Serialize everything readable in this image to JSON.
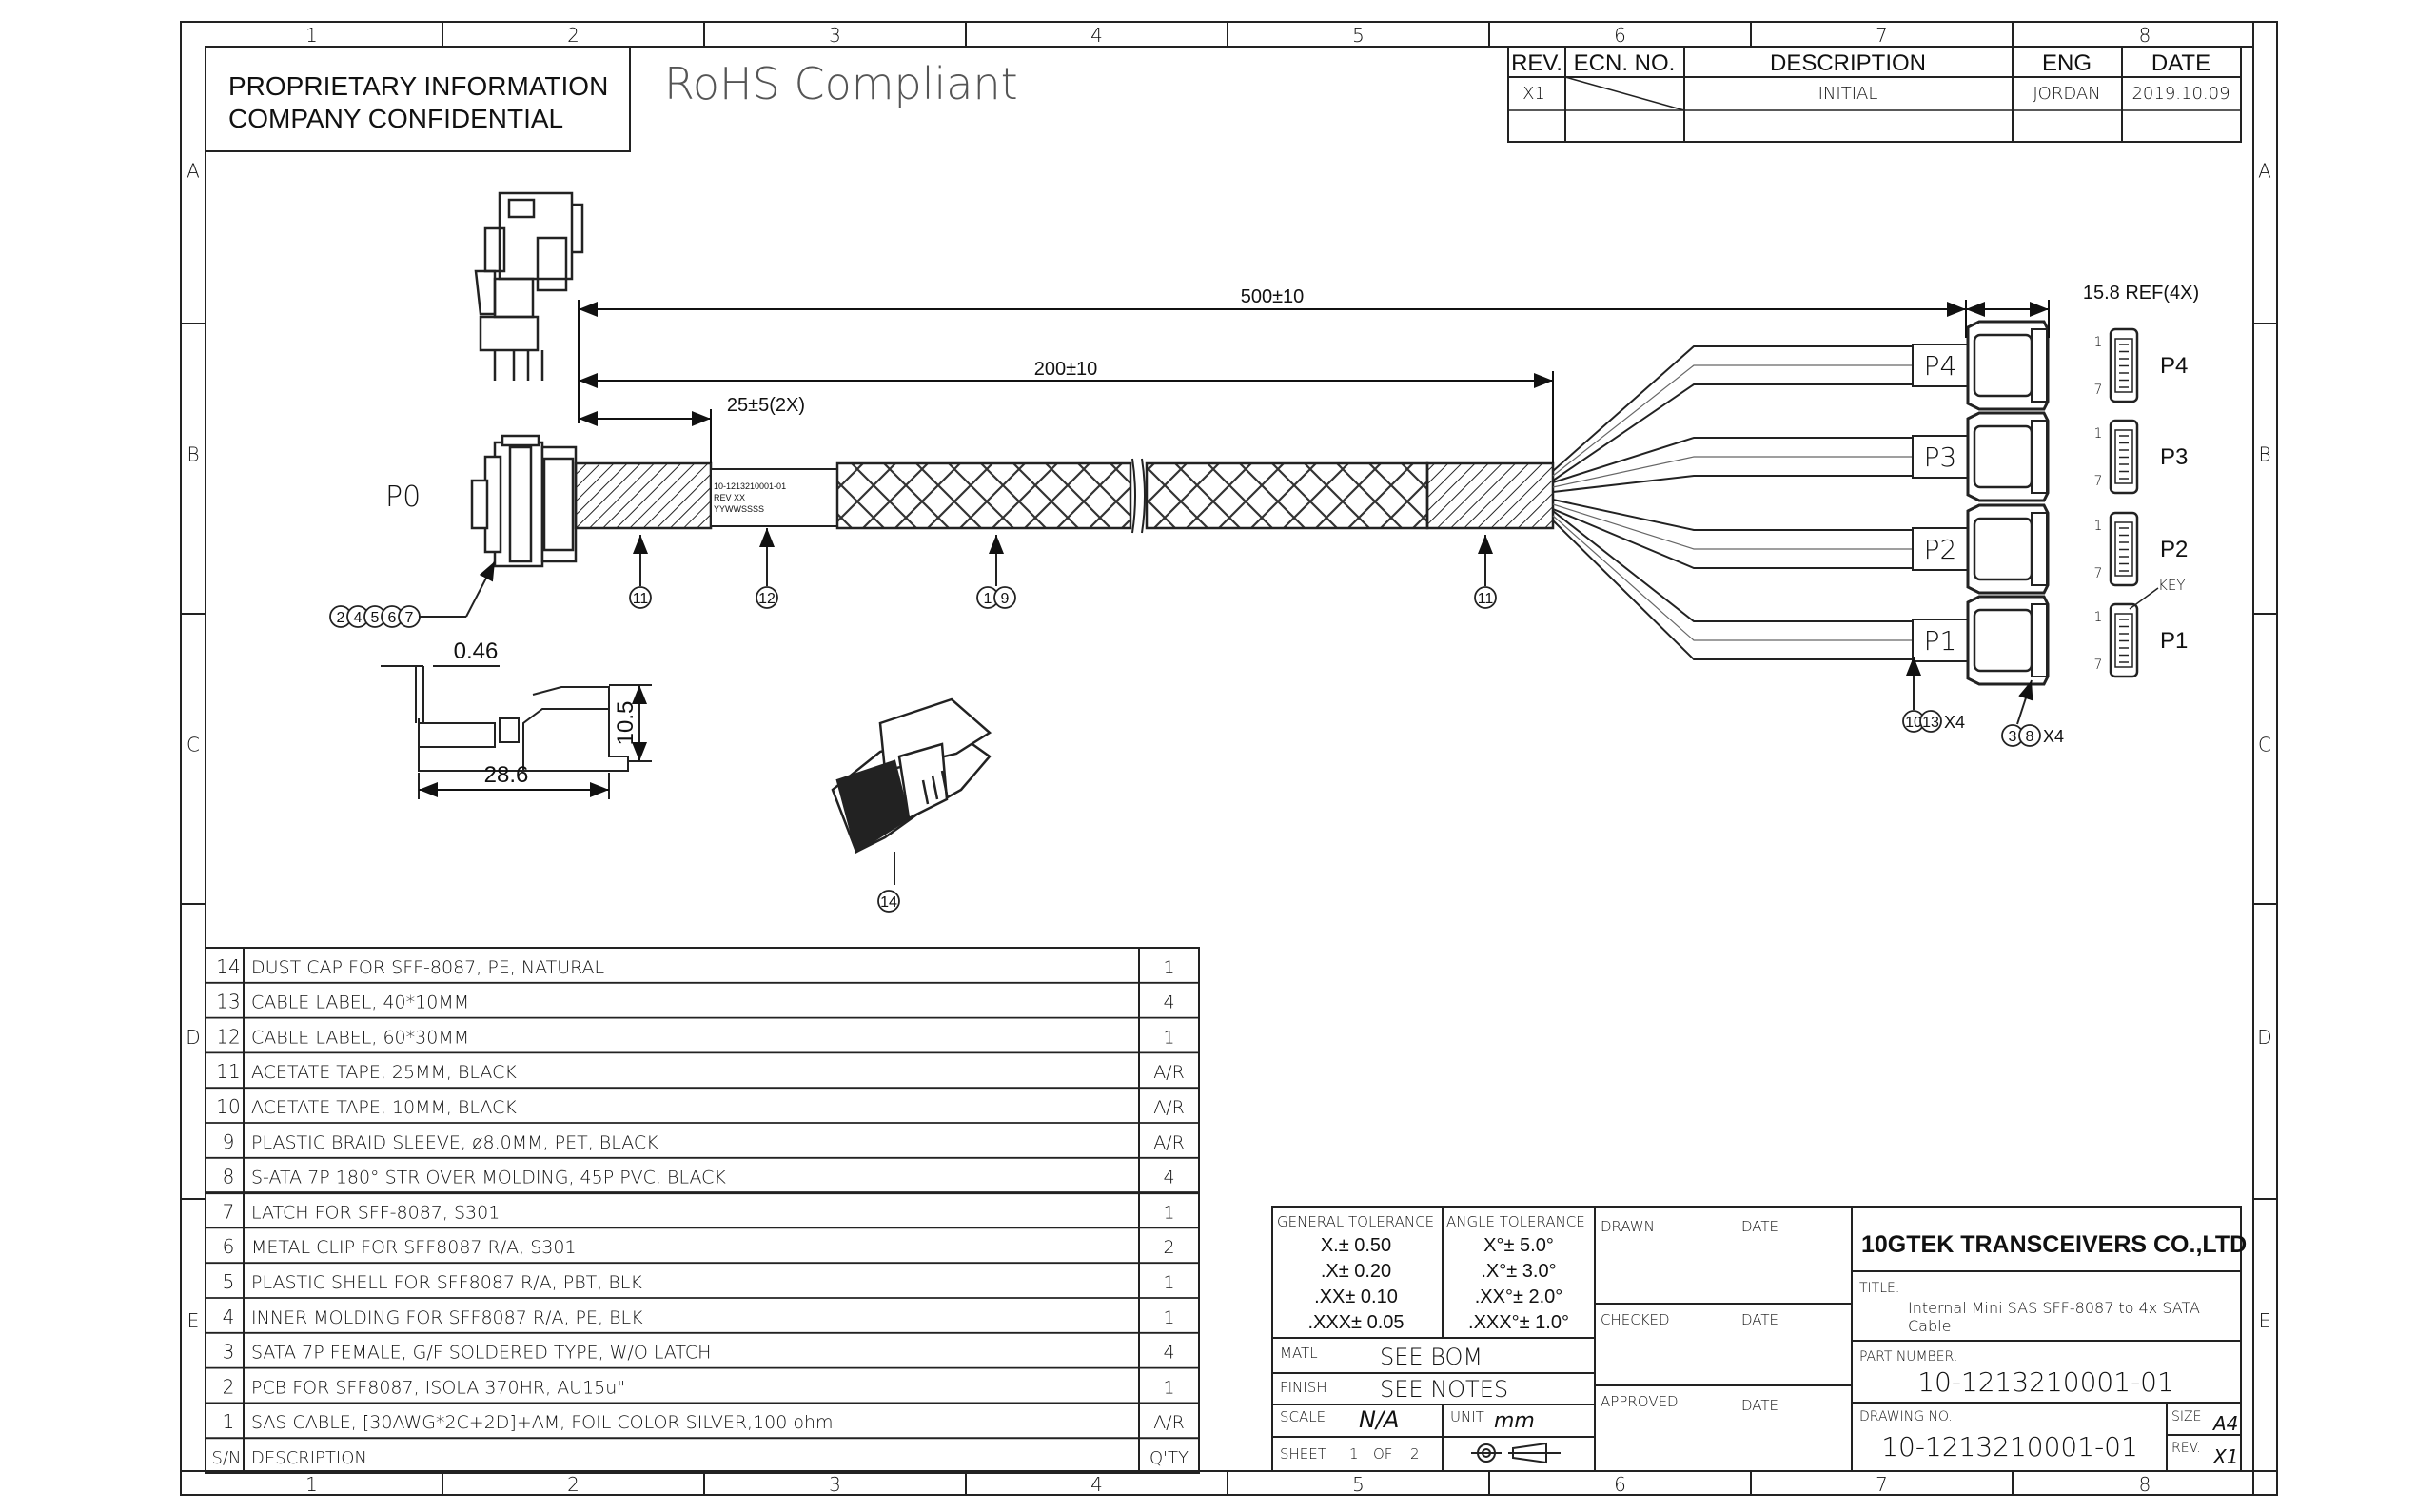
{
  "grid": {
    "columns": [
      "1",
      "2",
      "3",
      "4",
      "5",
      "6",
      "7",
      "8"
    ],
    "rows": [
      "A",
      "B",
      "C",
      "D",
      "E"
    ]
  },
  "header": {
    "proprietary_line1": "PROPRIETARY INFORMATION",
    "proprietary_line2": "COMPANY CONFIDENTIAL",
    "rohs": "RoHS  Compliant"
  },
  "revision_block": {
    "headers": [
      "REV.",
      "ECN. NO.",
      "DESCRIPTION",
      "ENG",
      "DATE"
    ],
    "rows": [
      {
        "rev": "X1",
        "ecn": "",
        "description": "INITIAL",
        "eng": "JORDAN",
        "date": "2019.10.09"
      }
    ]
  },
  "drawing": {
    "dim_total": "500±10",
    "dim_braid": "200±10",
    "dim_tape": "25±5(2X)",
    "dim_ref": "15.8 REF(4X)",
    "p0_label": "P0",
    "ports": [
      "P4",
      "P3",
      "P2",
      "P1"
    ],
    "port_side_labels": [
      "P4",
      "P3",
      "P2",
      "P1"
    ],
    "pin_first": "1",
    "pin_last": "7",
    "key_label": "KEY",
    "cable_label_line1": "10-1213210001-01",
    "cable_label_line2": "REV XX",
    "cable_label_line3": "YYWWSSSS",
    "dim_046": "0.46",
    "dim_105": "10.5",
    "dim_286": "28.6",
    "callout_main": [
      "2",
      "4",
      "5",
      "6",
      "7"
    ],
    "callout_tape_left": "11",
    "callout_label": "12",
    "callout_braid": [
      "1",
      "9"
    ],
    "callout_tape_right": "11",
    "callout_p1_left": [
      "10",
      "13"
    ],
    "callout_p1_left_suffix": "X4",
    "callout_p1_right": [
      "3",
      "8"
    ],
    "callout_p1_right_suffix": "X4",
    "callout_cap": "14"
  },
  "bom": {
    "rows": [
      {
        "sn": "14",
        "desc": "DUST CAP FOR SFF-8087, PE, NATURAL",
        "qty": "1"
      },
      {
        "sn": "13",
        "desc": "CABLE LABEL, 40*10MM",
        "qty": "4"
      },
      {
        "sn": "12",
        "desc": "CABLE LABEL, 60*30MM",
        "qty": "1"
      },
      {
        "sn": "11",
        "desc": "ACETATE TAPE, 25MM, BLACK",
        "qty": "A/R"
      },
      {
        "sn": "10",
        "desc": "ACETATE TAPE, 10MM, BLACK",
        "qty": "A/R"
      },
      {
        "sn": "9",
        "desc": "PLASTIC BRAID SLEEVE, ø8.0MM, PET, BLACK",
        "qty": "A/R"
      },
      {
        "sn": "8",
        "desc": "S-ATA 7P 180° STR OVER MOLDING, 45P PVC, BLACK",
        "qty": "4"
      },
      {
        "sn": "7",
        "desc": "LATCH FOR SFF-8087, S301",
        "qty": "1"
      },
      {
        "sn": "6",
        "desc": "METAL CLIP FOR SFF8087 R/A, S301",
        "qty": "2"
      },
      {
        "sn": "5",
        "desc": "PLASTIC SHELL FOR SFF8087 R/A, PBT, BLK",
        "qty": "1"
      },
      {
        "sn": "4",
        "desc": "INNER MOLDING FOR SFF8087 R/A, PE, BLK",
        "qty": "1"
      },
      {
        "sn": "3",
        "desc": "SATA 7P FEMALE, G/F SOLDERED TYPE, W/O LATCH",
        "qty": "4"
      },
      {
        "sn": "2",
        "desc": "PCB FOR SFF8087, ISOLA 370HR, AU15u\"",
        "qty": "1"
      },
      {
        "sn": "1",
        "desc": "SAS CABLE, [30AWG*2C+2D]+AM, FOIL COLOR SILVER,100 ohm",
        "qty": "A/R"
      }
    ],
    "header_sn": "S/N",
    "header_desc": "DESCRIPTION",
    "header_qty": "Q'TY"
  },
  "title_block": {
    "general_tolerance": "GENERAL TOLERANCE",
    "angle_tolerance": "ANGLE TOLERANCE",
    "gen_tols": [
      "X.± 0.50",
      ".X± 0.20",
      ".XX± 0.10",
      ".XXX± 0.05"
    ],
    "ang_tols": [
      "X°± 5.0°",
      ".X°± 3.0°",
      ".XX°± 2.0°",
      ".XXX°± 1.0°"
    ],
    "matl_label": "MATL",
    "matl_value": "SEE BOM",
    "finish_label": "FINISH",
    "finish_value": "SEE NOTES",
    "scale_label": "SCALE",
    "scale_value": "N/A",
    "unit_label": "UNIT",
    "unit_value": "mm",
    "sheet_label": "SHEET",
    "sheet_num": "1",
    "sheet_of": "OF",
    "sheet_total": "2",
    "drawn": "DRAWN",
    "checked": "CHECKED",
    "approved": "APPROVED",
    "date": "DATE",
    "company": "10GTEK TRANSCEIVERS CO.,LTD",
    "title_label": "TITLE.",
    "title_line1": "Internal Mini SAS SFF-8087 to 4x SATA",
    "title_line2": "Cable",
    "part_label": "PART NUMBER.",
    "part_number": "10-1213210001-01",
    "drawing_label": "DRAWING NO.",
    "drawing_number": "10-1213210001-01",
    "size_label": "SIZE",
    "size_value": "A4",
    "rev_label": "REV.",
    "rev_value": "X1"
  }
}
